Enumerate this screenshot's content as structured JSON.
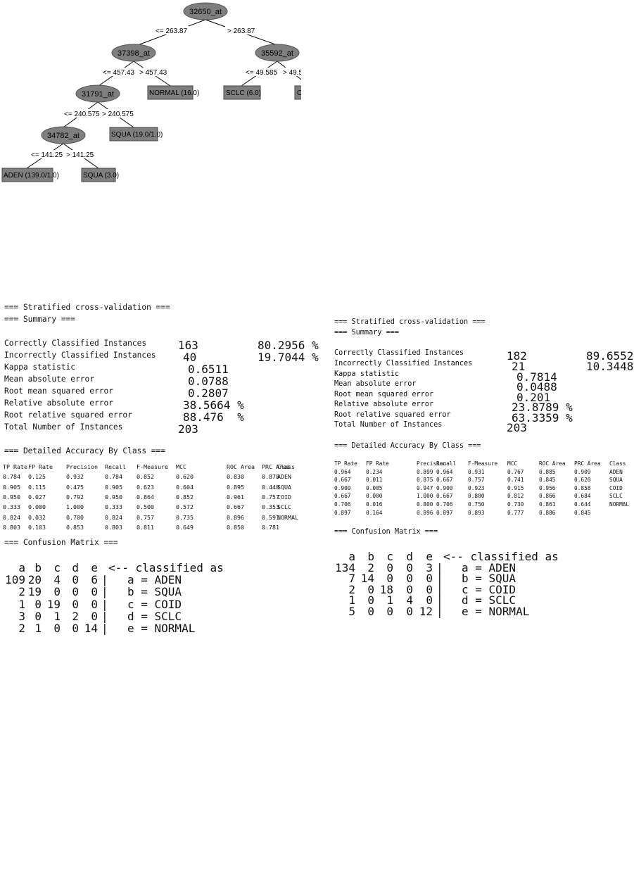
{
  "tree": {
    "nodes": {
      "root": "32650_at",
      "l": "37398_at",
      "r": "35592_at",
      "ll": "31791_at",
      "lll": "34782_at"
    },
    "edges": {
      "root_l": "<= 263.87",
      "root_r": "> 263.87",
      "l_ll": "<= 457.43",
      "l_lr": "> 457.43",
      "r_rl": "<= 49.585",
      "r_rr": "> 49.5",
      "ll_lll": "<= 240.575",
      "ll_llr": "> 240.575",
      "lll_a": "<= 141.25",
      "lll_b": "> 141.25"
    },
    "leaves": {
      "normal": "NORMAL (16.0)",
      "sclc": "SCLC (6.0)",
      "cut": "C",
      "squa19": "SQUA (19.0/1.0)",
      "aden": "ADEN (139.0/1.0)",
      "squa3": "SQUA (3.0)"
    }
  },
  "left": {
    "header1": "=== Stratified cross-validation ===",
    "header2": "=== Summary ===",
    "summary": [
      {
        "label": "Correctly Classified Instances",
        "value": "163",
        "extra": "80.2956 %"
      },
      {
        "label": "Incorrectly Classified Instances",
        "value": "40",
        "extra": "19.7044 %"
      },
      {
        "label": "Kappa statistic",
        "value": "0.6511",
        "extra": ""
      },
      {
        "label": "Mean absolute error",
        "value": "0.0788",
        "extra": ""
      },
      {
        "label": "Root mean squared error",
        "value": "0.2807",
        "extra": ""
      },
      {
        "label": "Relative absolute error",
        "value": "38.5664 %",
        "extra": ""
      },
      {
        "label": "Root relative squared error",
        "value": "88.476  %",
        "extra": ""
      },
      {
        "label": "Total Number of Instances",
        "value": "203",
        "extra": ""
      }
    ],
    "detail_header": "=== Detailed Accuracy By Class ===",
    "columns": [
      "TP Rate",
      "FP Rate",
      "Precision",
      "Recall",
      "F-Measure",
      "MCC",
      "ROC Area",
      "PRC Area",
      "Class"
    ],
    "rows": [
      [
        "0.784",
        "0.125",
        "0.932",
        "0.784",
        "0.852",
        "0.620",
        "0.830",
        "0.878",
        "ADEN"
      ],
      [
        "0.905",
        "0.115",
        "0.475",
        "0.905",
        "0.623",
        "0.604",
        "0.895",
        "0.440",
        "SQUA"
      ],
      [
        "0.950",
        "0.027",
        "0.792",
        "0.950",
        "0.864",
        "0.852",
        "0.961",
        "0.757",
        "COID"
      ],
      [
        "0.333",
        "0.000",
        "1.000",
        "0.333",
        "0.500",
        "0.572",
        "0.667",
        "0.353",
        "SCLC"
      ],
      [
        "0.824",
        "0.032",
        "0.700",
        "0.824",
        "0.757",
        "0.735",
        "0.896",
        "0.591",
        "NORMAL"
      ],
      [
        "0.803",
        "0.103",
        "0.853",
        "0.803",
        "0.811",
        "0.649",
        "0.850",
        "0.781",
        ""
      ]
    ],
    "confusion_header": "=== Confusion Matrix ===",
    "confusion_cols": [
      "a",
      "b",
      "c",
      "d",
      "e",
      "<-- classified as"
    ],
    "confusion": [
      {
        "vals": [
          "109",
          "20",
          "4",
          "0",
          "6"
        ],
        "label": "a = ADEN"
      },
      {
        "vals": [
          "2",
          "19",
          "0",
          "0",
          "0"
        ],
        "label": "b = SQUA"
      },
      {
        "vals": [
          "1",
          "0",
          "19",
          "0",
          "0"
        ],
        "label": "c = COID"
      },
      {
        "vals": [
          "3",
          "0",
          "1",
          "2",
          "0"
        ],
        "label": "d = SCLC"
      },
      {
        "vals": [
          "2",
          "1",
          "0",
          "0",
          "14"
        ],
        "label": "e = NORMAL"
      }
    ]
  },
  "right": {
    "header1": "=== Stratified cross-validation ===",
    "header2": "=== Summary ===",
    "summary": [
      {
        "label": "Correctly Classified Instances",
        "value": "182",
        "extra": "89.6552 %"
      },
      {
        "label": "Incorrectly Classified Instances",
        "value": "21",
        "extra": "10.3448 %"
      },
      {
        "label": "Kappa statistic",
        "value": "0.7814",
        "extra": ""
      },
      {
        "label": "Mean absolute error",
        "value": "0.0488",
        "extra": ""
      },
      {
        "label": "Root mean squared error",
        "value": "0.201",
        "extra": ""
      },
      {
        "label": "Relative absolute error",
        "value": "23.8789 %",
        "extra": ""
      },
      {
        "label": "Root relative squared error",
        "value": "63.3359 %",
        "extra": ""
      },
      {
        "label": "Total Number of Instances",
        "value": "203",
        "extra": ""
      }
    ],
    "detail_header": "=== Detailed Accuracy By Class ===",
    "columns": [
      "TP Rate",
      "FP Rate",
      "Precision",
      "Recall",
      "F-Measure",
      "MCC",
      "ROC Area",
      "PRC Area",
      "Class"
    ],
    "rows": [
      [
        "0.964",
        "0.234",
        "0.899",
        "0.964",
        "0.931",
        "0.767",
        "0.885",
        "0.909",
        "ADEN"
      ],
      [
        "0.667",
        "0.011",
        "0.875",
        "0.667",
        "0.757",
        "0.741",
        "0.845",
        "0.620",
        "SQUA"
      ],
      [
        "0.900",
        "0.005",
        "0.947",
        "0.900",
        "0.923",
        "0.915",
        "0.956",
        "0.858",
        "COID"
      ],
      [
        "0.667",
        "0.000",
        "1.000",
        "0.667",
        "0.800",
        "0.812",
        "0.866",
        "0.684",
        "SCLC"
      ],
      [
        "0.706",
        "0.016",
        "0.800",
        "0.706",
        "0.750",
        "0.730",
        "0.861",
        "0.644",
        "NORMAL"
      ],
      [
        "0.897",
        "0.164",
        "0.896",
        "0.897",
        "0.893",
        "0.777",
        "0.886",
        "0.845",
        ""
      ]
    ],
    "confusion_header": "=== Confusion Matrix ===",
    "confusion_cols": [
      "a",
      "b",
      "c",
      "d",
      "e",
      "<-- classified as"
    ],
    "confusion": [
      {
        "vals": [
          "134",
          "2",
          "0",
          "0",
          "3"
        ],
        "label": "a = ADEN"
      },
      {
        "vals": [
          "7",
          "14",
          "0",
          "0",
          "0"
        ],
        "label": "b = SQUA"
      },
      {
        "vals": [
          "2",
          "0",
          "18",
          "0",
          "0"
        ],
        "label": "c = COID"
      },
      {
        "vals": [
          "1",
          "0",
          "1",
          "4",
          "0"
        ],
        "label": "d = SCLC"
      },
      {
        "vals": [
          "5",
          "0",
          "0",
          "0",
          "12"
        ],
        "label": "e = NORMAL"
      }
    ]
  }
}
